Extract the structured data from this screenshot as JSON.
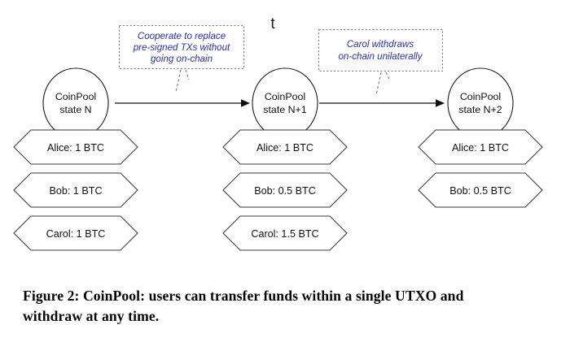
{
  "figure": {
    "axis_label": "t",
    "caption_line_1": "Figure 2: CoinPool: users can transfer funds within",
    "caption_line_2": "a single UTXO and withdraw at any time.",
    "colors": {
      "annotation_text": "#2b2fb0",
      "shape_stroke": "#1b1b1b",
      "hexagon_stroke": "#3a3a3a",
      "callout_border": "#6f6f6f",
      "arrow": "#111111",
      "background": "#ffffff"
    }
  },
  "states": [
    {
      "id": "state-n",
      "title_line_1": "CoinPool",
      "title_line_2": "state N",
      "balances": [
        {
          "label": "Alice: 1 BTC"
        },
        {
          "label": "Bob: 1 BTC"
        },
        {
          "label": "Carol: 1 BTC"
        }
      ]
    },
    {
      "id": "state-n-plus-1",
      "title_line_1": "CoinPool",
      "title_line_2": "state N+1",
      "balances": [
        {
          "label": "Alice: 1 BTC"
        },
        {
          "label": "Bob: 0.5 BTC"
        },
        {
          "label": "Carol: 1.5 BTC"
        }
      ]
    },
    {
      "id": "state-n-plus-2",
      "title_line_1": "CoinPool",
      "title_line_2": "state N+2",
      "balances": [
        {
          "label": "Alice: 1 BTC"
        },
        {
          "label": "Bob: 0.5 BTC"
        }
      ]
    }
  ],
  "transitions": [
    {
      "id": "transition-cooperative",
      "from": "state-n",
      "to": "state-n-plus-1",
      "annotation_lines": [
        "Cooperate to replace",
        "pre-signed TXs without",
        "going on-chain"
      ]
    },
    {
      "id": "transition-unilateral",
      "from": "state-n-plus-1",
      "to": "state-n-plus-2",
      "annotation_lines": [
        "Carol withdraws",
        "on-chain unilaterally"
      ]
    }
  ]
}
